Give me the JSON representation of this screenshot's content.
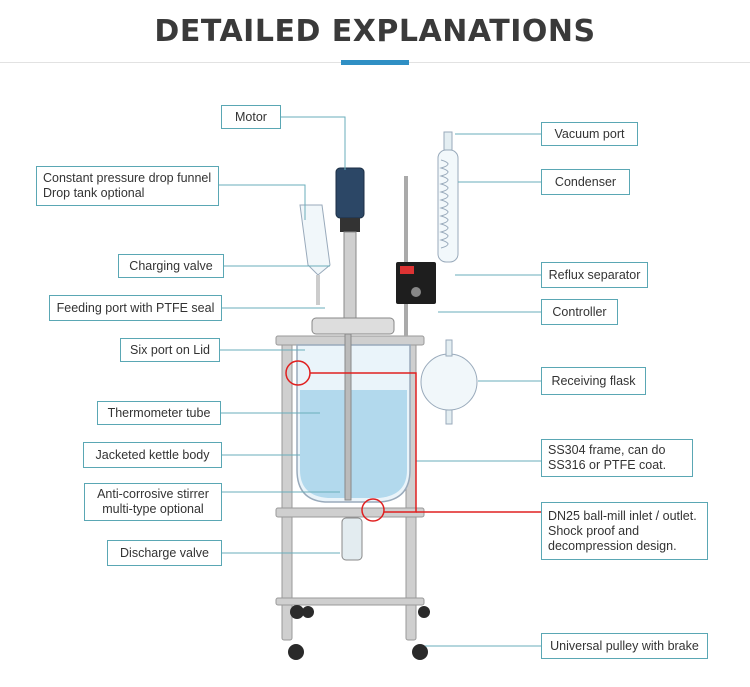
{
  "title": "DETAILED EXPLANATIONS",
  "colors": {
    "accent": "#2f8fc4",
    "leader": "#6aaebb",
    "highlight": "#e02020",
    "liquid": "#9fd0e8"
  },
  "labels": {
    "motor": "Motor",
    "drop_funnel": "Constant pressure drop funnel\nDrop tank optional",
    "charging_valve": "Charging valve",
    "feeding_port": "Feeding port with PTFE seal",
    "six_port": "Six port on Lid",
    "thermometer_tube": "Thermometer tube",
    "kettle_body": "Jacketed kettle body",
    "stirrer": "Anti-corrosive stirrer\nmulti-type optional",
    "discharge_valve": "Discharge valve",
    "vacuum_port": "Vacuum port",
    "condenser": "Condenser",
    "reflux_separator": "Reflux separator",
    "controller": "Controller",
    "receiving_flask": "Receiving flask",
    "frame": "SS304 frame, can do\nSS316 or PTFE coat.",
    "ball_mill_inlet": "DN25 ball-mill inlet / outlet.\nShock proof and\ndecompression design.",
    "pulley": "Universal pulley with brake"
  }
}
